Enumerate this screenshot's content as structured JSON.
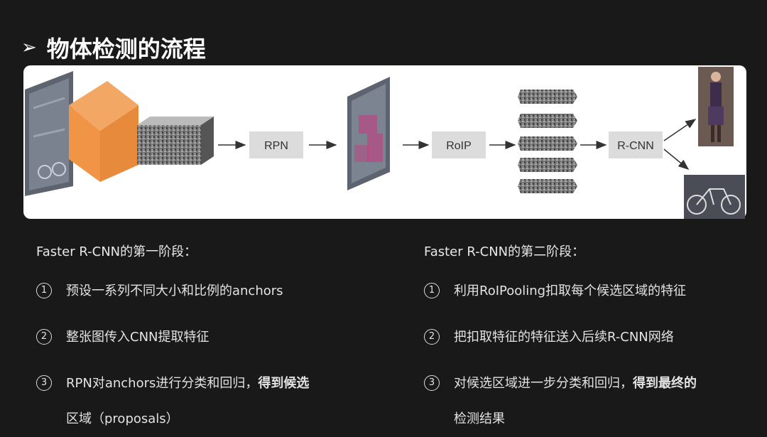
{
  "title": "物体检测的流程",
  "title_bullet": "➢",
  "diagram": {
    "box_rpn": "RPN",
    "box_roip": "RoIP",
    "box_rcnn": "R-CNN"
  },
  "stage1": {
    "heading": "Faster R-CNN的第一阶段：",
    "items": [
      {
        "num": "①",
        "text": "预设一系列不同大小和比例的anchors"
      },
      {
        "num": "②",
        "text": "整张图传入CNN提取特征"
      },
      {
        "num": "③",
        "text": "RPN对anchors进行分类和回归，",
        "bold": "得到候选",
        "rest": "区域（proposals）"
      }
    ]
  },
  "stage2": {
    "heading": "Faster R-CNN的第二阶段：",
    "items": [
      {
        "num": "①",
        "text": "利用RoIPooling扣取每个候选区域的特征"
      },
      {
        "num": "②",
        "text": "把扣取特征的特征送入后续R-CNN网络"
      },
      {
        "num": "③",
        "text": "对候选区域进一步分类和回归，",
        "bold": "得到最终的",
        "rest": "检测结果"
      }
    ]
  }
}
